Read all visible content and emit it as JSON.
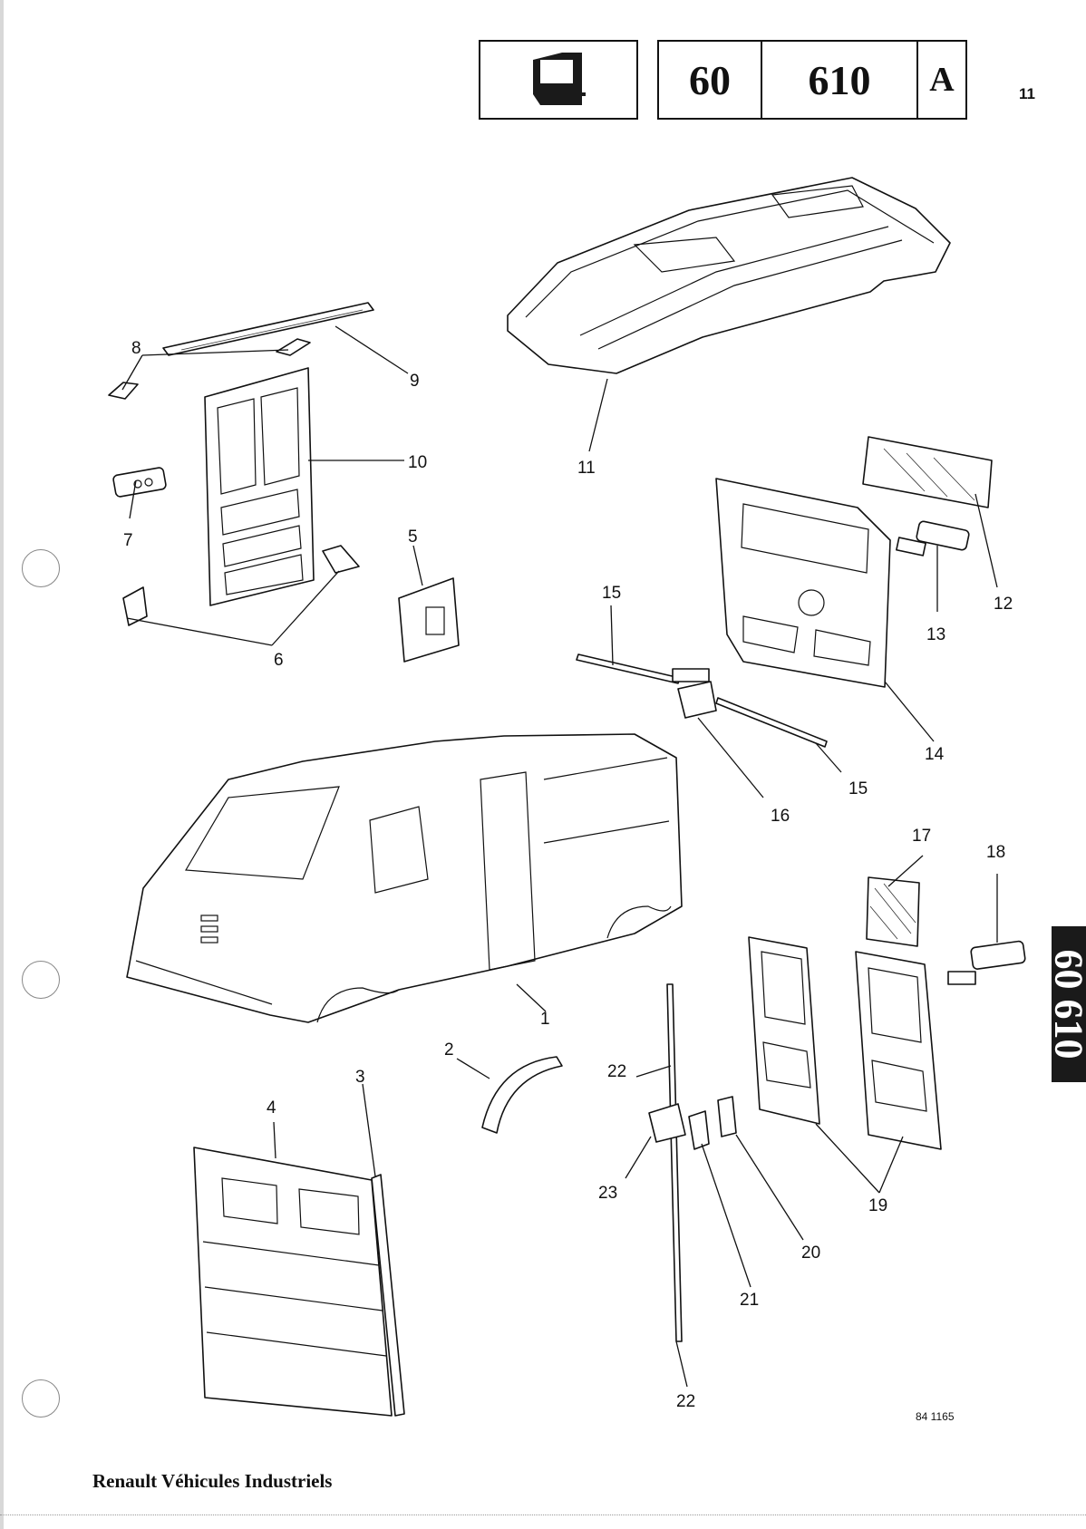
{
  "header": {
    "section": "60",
    "subsection": "610",
    "variant": "A",
    "page_number": "11"
  },
  "side_tab": "60 610",
  "document_code": "84 1165",
  "footer": "Renault Véhicules Industriels",
  "diagram": {
    "labels": [
      {
        "id": "1",
        "text": "1"
      },
      {
        "id": "2",
        "text": "2"
      },
      {
        "id": "3",
        "text": "3"
      },
      {
        "id": "4",
        "text": "4"
      },
      {
        "id": "5",
        "text": "5"
      },
      {
        "id": "6",
        "text": "6"
      },
      {
        "id": "7",
        "text": "7"
      },
      {
        "id": "8",
        "text": "8"
      },
      {
        "id": "9",
        "text": "9"
      },
      {
        "id": "10",
        "text": "10"
      },
      {
        "id": "11",
        "text": "11"
      },
      {
        "id": "12",
        "text": "12"
      },
      {
        "id": "13",
        "text": "13"
      },
      {
        "id": "14",
        "text": "14"
      },
      {
        "id": "15a",
        "text": "15"
      },
      {
        "id": "15b",
        "text": "15"
      },
      {
        "id": "16",
        "text": "16"
      },
      {
        "id": "17",
        "text": "17"
      },
      {
        "id": "18",
        "text": "18"
      },
      {
        "id": "19",
        "text": "19"
      },
      {
        "id": "20",
        "text": "20"
      },
      {
        "id": "21",
        "text": "21"
      },
      {
        "id": "22a",
        "text": "22"
      },
      {
        "id": "22b",
        "text": "22"
      },
      {
        "id": "23",
        "text": "23"
      }
    ]
  }
}
